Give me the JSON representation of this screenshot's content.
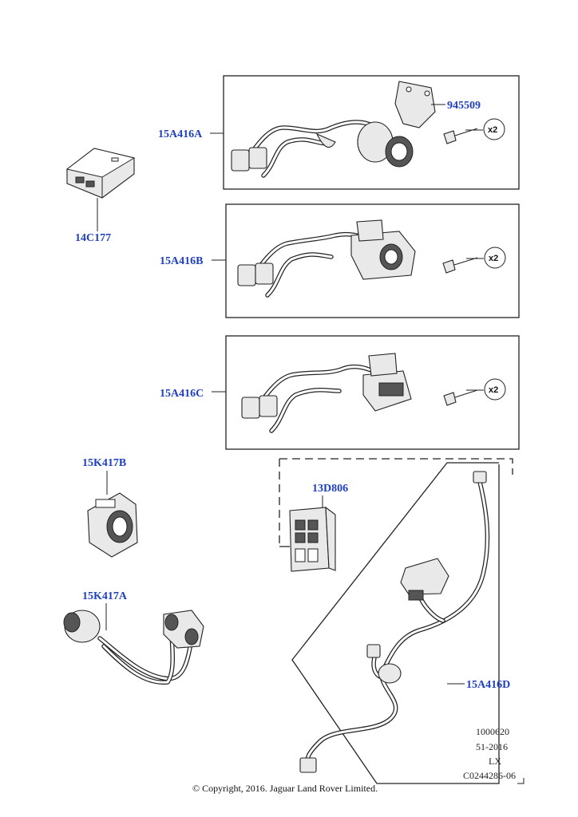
{
  "parts": {
    "p14C177": "14C177",
    "p15A416A": "15A416A",
    "p945509": "945509",
    "p15A416B": "15A416B",
    "p15A416C": "15A416C",
    "p15K417B": "15K417B",
    "p13D806": "13D806",
    "p15K417A": "15K417A",
    "p15A416D": "15A416D"
  },
  "quantities": {
    "bolt_a": "x2",
    "bolt_b": "x2",
    "bolt_c": "x2"
  },
  "footer": {
    "ref1": "1000620",
    "ref2": "51-2016",
    "ref3": "LX",
    "ref4": "C0244286-06",
    "copyright": "© Copyright, 2016. Jaguar Land Rover Limited."
  }
}
